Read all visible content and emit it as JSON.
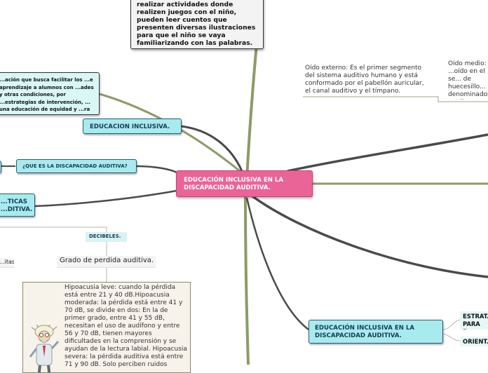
{
  "central": {
    "label": "EDUCACIÓN INCLUSIVA EN LA DISCAPACIDAD AUDITIVA."
  },
  "top_note": {
    "text": "realizar actividades donde realizen juegos con el niño, pueden leer cuentos que presenten diversas ilustraciones para que el niño se vaya familiarizando con las palabras."
  },
  "inclusion_note": {
    "text": "...ación que busca  facilitar los ...e aprendizaje a alumnos con ...ades y otras condiciones, por ...estrategias de intervención, ... una educación de equidad y ...ra todos."
  },
  "educacion_inclusiva": {
    "label": "EDUCACION INCLUSIVA."
  },
  "que_es": {
    "label": "¿QUE ES LA DISCAPACIDAD AUDITIVA?"
  },
  "practicas": {
    "label": "...TICAS ...DITIVA."
  },
  "oido_externo": {
    "text": "Oído externo: Es el primer segmento del sistema auditivo humano y está conformado por el pabellón auricular, el canal auditivo y el tímpano."
  },
  "oido_medio": {
    "text": "Oído medio: ...oído en el se... de huecesillo... denominados... estribo."
  },
  "decibeles": {
    "label": "DECIBELES."
  },
  "grado": {
    "label": "Grado de perdida auditiva."
  },
  "itas": {
    "label": "...itas"
  },
  "hipoacusia": {
    "text": "Hipoacusia leve: cuando la pérdida está entre 21 y 40 dB.Hipoacusia moderada: la pérdida está entre 41 y 70 dB, se divide en dos: En la de primer grado, entre 41 y 55 dB, necesitan el uso de audífono y entre 56 y 70 dB, tienen mayores dificultades en la comprensión y se ayudan de la lectura labial. Hipoacusia severa: la pérdida auditiva está entre 71 y 90 dB. Solo perciben ruidos"
  },
  "edu_inclusiva_bottom": {
    "label": "EDUCACIÓN INCLUSIVA EN LA DISCAPACIDAD AUDITIVA."
  },
  "estrat": {
    "label": "ESTRAT... PARA E..."
  },
  "orient": {
    "label": "ORIENT..."
  },
  "colors": {
    "central_fill": "#ea6497",
    "node_fill": "#a8ebee",
    "branch_dark": "#4a4a4a",
    "branch_olive": "#8c9a68"
  }
}
